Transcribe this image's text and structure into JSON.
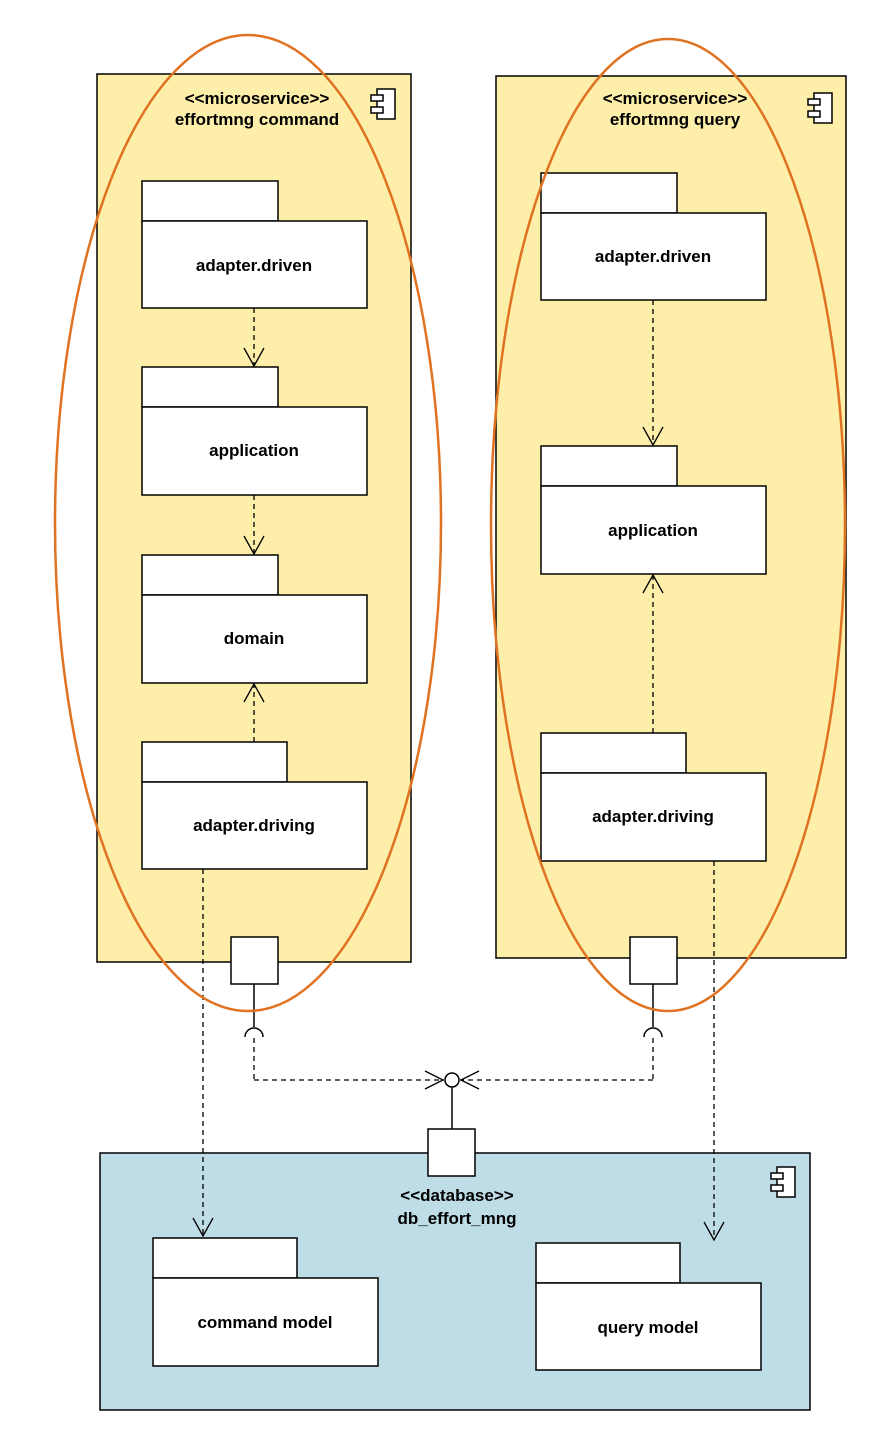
{
  "colors": {
    "microservice_fill": "#fdeeaa",
    "database_fill": "#bfdde6",
    "highlight_ellipse": "#e07322",
    "line": "#000000"
  },
  "command_service": {
    "stereotype": "<<microservice>>",
    "name": "effortmng command",
    "icon": "component-icon",
    "packages": {
      "adapter_driven": "adapter.driven",
      "application": "application",
      "domain": "domain",
      "adapter_driving": "adapter.driving"
    }
  },
  "query_service": {
    "stereotype": "<<microservice>>",
    "name": "effortmng query",
    "icon": "component-icon",
    "packages": {
      "adapter_driven": "adapter.driven",
      "application": "application",
      "adapter_driving": "adapter.driving"
    }
  },
  "database": {
    "stereotype": "<<database>>",
    "name": "db_effort_mng",
    "icon": "component-icon",
    "packages": {
      "command_model": "command model",
      "query_model": "query model"
    }
  }
}
